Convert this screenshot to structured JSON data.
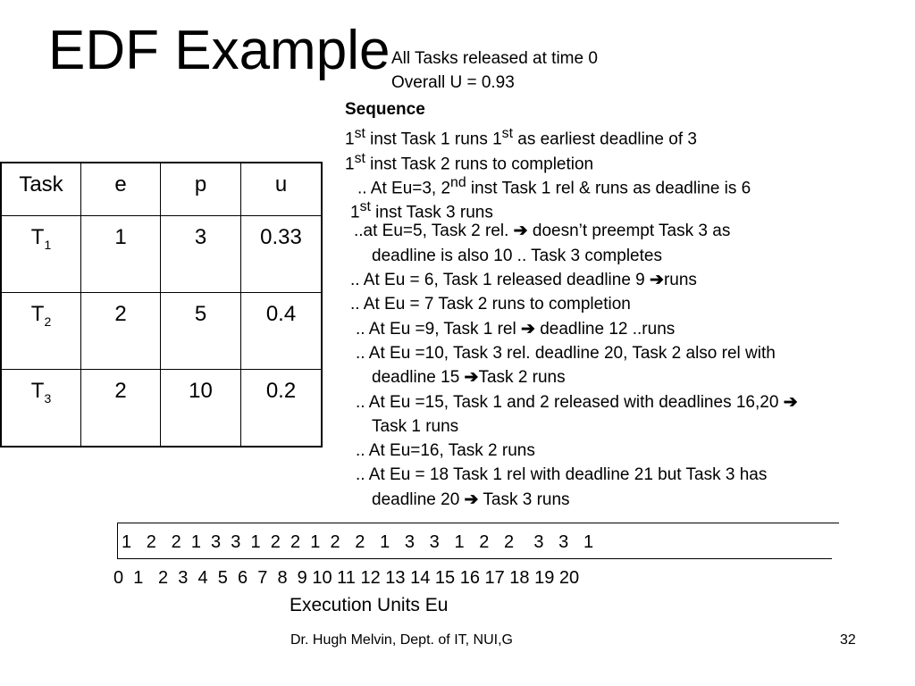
{
  "title": "EDF Example",
  "notes": [
    "All Tasks released at time 0",
    "Overall U = 0.93"
  ],
  "sequence_heading": "Sequence",
  "sequence_lines": [
    {
      "indent": 0,
      "pre": "1",
      "sup": "st",
      "mid": " inst Task 1 runs 1",
      "sup2": "st",
      "post": " as earliest deadline of 3"
    },
    {
      "indent": 0,
      "pre": "1",
      "sup": "st",
      "mid": " inst Task 2 runs to completion",
      "sup2": "",
      "post": ""
    },
    {
      "indent": 14,
      "pre": ".. At Eu=3, 2",
      "sup": "nd",
      "mid": " inst Task 1 rel & runs as deadline is 6",
      "sup2": "",
      "post": ""
    },
    {
      "indent": 6,
      "pre": "1",
      "sup": "st",
      "mid": " inst Task 3 runs",
      "sup2": "",
      "post": ""
    },
    {
      "indent": 10,
      "pre": "..at Eu=5, Task 2 rel.  ",
      "arrow": true,
      "mid": " doesn’t preempt Task 3 as",
      "post": ""
    },
    {
      "indent": 30,
      "pre": "deadline is also 10 .. Task 3 completes"
    },
    {
      "indent": 6,
      "pre": ".. At Eu = 6, Task 1 released deadline 9 ",
      "arrow": true,
      "mid": "runs",
      "post": ""
    },
    {
      "indent": 6,
      "pre": ".. At Eu = 7 Task 2 runs to completion"
    },
    {
      "indent": 12,
      "pre": ".. At Eu =9, Task 1 rel ",
      "arrow": true,
      "mid": " deadline 12 ..runs",
      "post": ""
    },
    {
      "indent": 12,
      "pre": ".. At Eu =10, Task 3 rel. deadline 20, Task 2 also rel with"
    },
    {
      "indent": 30,
      "pre": "deadline 15 ",
      "arrow": true,
      "mid": "Task 2 runs",
      "post": ""
    },
    {
      "indent": 12,
      "pre": ".. At Eu =15, Task 1 and 2 released with deadlines 16,20 ",
      "arrow": true,
      "mid": "",
      "post": ""
    },
    {
      "indent": 30,
      "pre": "Task 1 runs"
    },
    {
      "indent": 12,
      "pre": ".. At Eu=16, Task 2 runs"
    },
    {
      "indent": 12,
      "pre": ".. At Eu = 18 Task 1 rel  with deadline 21 but Task 3 has"
    },
    {
      "indent": 30,
      "pre": "deadline 20 ",
      "arrow": true,
      "mid": " Task 3 runs",
      "post": ""
    }
  ],
  "arrow_glyph": "➔",
  "table": {
    "headers": [
      "Task",
      "e",
      "p",
      "u"
    ],
    "rows": [
      {
        "task": "T",
        "sub": "1",
        "e": "1",
        "p": "3",
        "u": "0.33"
      },
      {
        "task": "T",
        "sub": "2",
        "e": "2",
        "p": "5",
        "u": "0.4"
      },
      {
        "task": "T",
        "sub": "3",
        "e": "2",
        "p": "10",
        "u": "0.2"
      }
    ]
  },
  "schedule": "1   2   2  1  3  3  1  2  2  1  2   2   1   3   3   1   2   2    3   3   1",
  "time_ticks": "0  1   2  3  4  5  6  7  8  9 10 11 12 13 14 15 16 17 18 19 20",
  "xlabel": "Execution Units Eu",
  "footer": {
    "author": "Dr. Hugh Melvin, Dept. of IT, NUI,G",
    "page": "32"
  }
}
